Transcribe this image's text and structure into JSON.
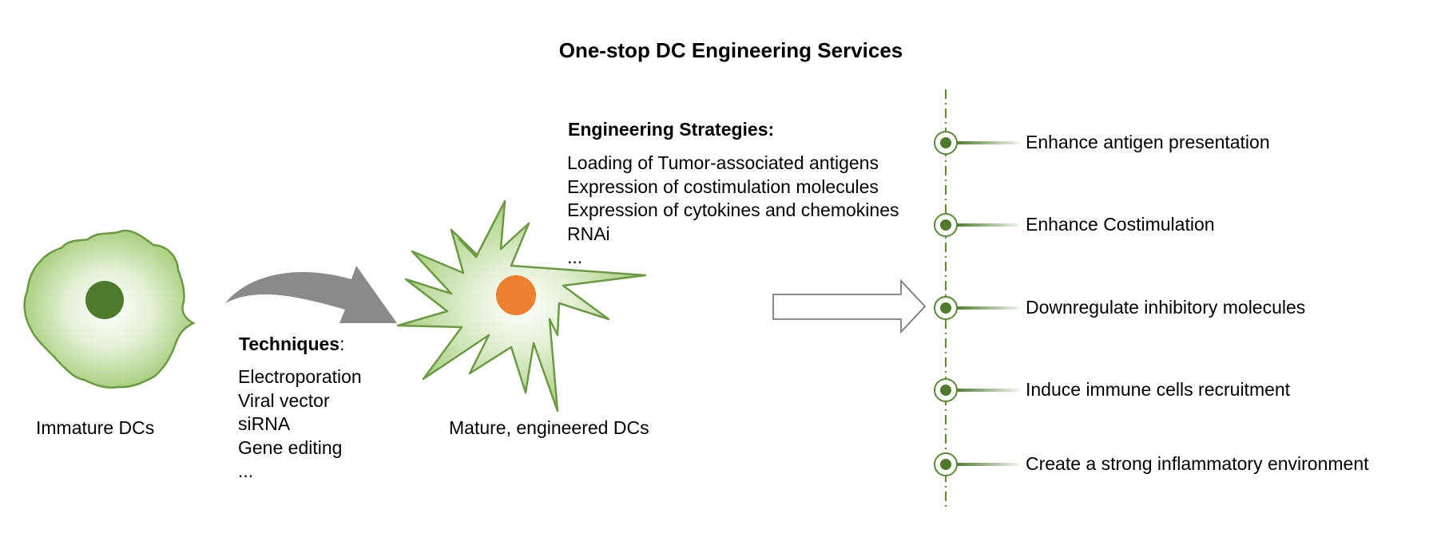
{
  "title": "One-stop DC Engineering Services",
  "immature_label": "Immature DCs",
  "mature_label": "Mature, engineered DCs",
  "techniques": {
    "heading": "Techniques",
    "items": [
      "Electroporation",
      "Viral vector",
      "siRNA",
      "Gene editing",
      "..."
    ]
  },
  "strategies": {
    "heading": "Engineering Strategies:",
    "items": [
      "Loading of Tumor-associated antigens",
      "Expression of costimulation molecules",
      "Expression of cytokines and chemokines",
      "RNAi",
      "..."
    ]
  },
  "outcomes": [
    "Enhance antigen presentation",
    "Enhance Costimulation",
    "Downregulate inhibitory molecules",
    "Induce immune cells recruitment",
    "Create a strong inflammatory environment"
  ],
  "colors": {
    "cell_green": "#7aa84e",
    "nucleus_green": "#4e7a2e",
    "nucleus_orange": "#ee8130",
    "arrow_gray": "#8a8a8a",
    "timeline_green": "#5b8a35"
  }
}
